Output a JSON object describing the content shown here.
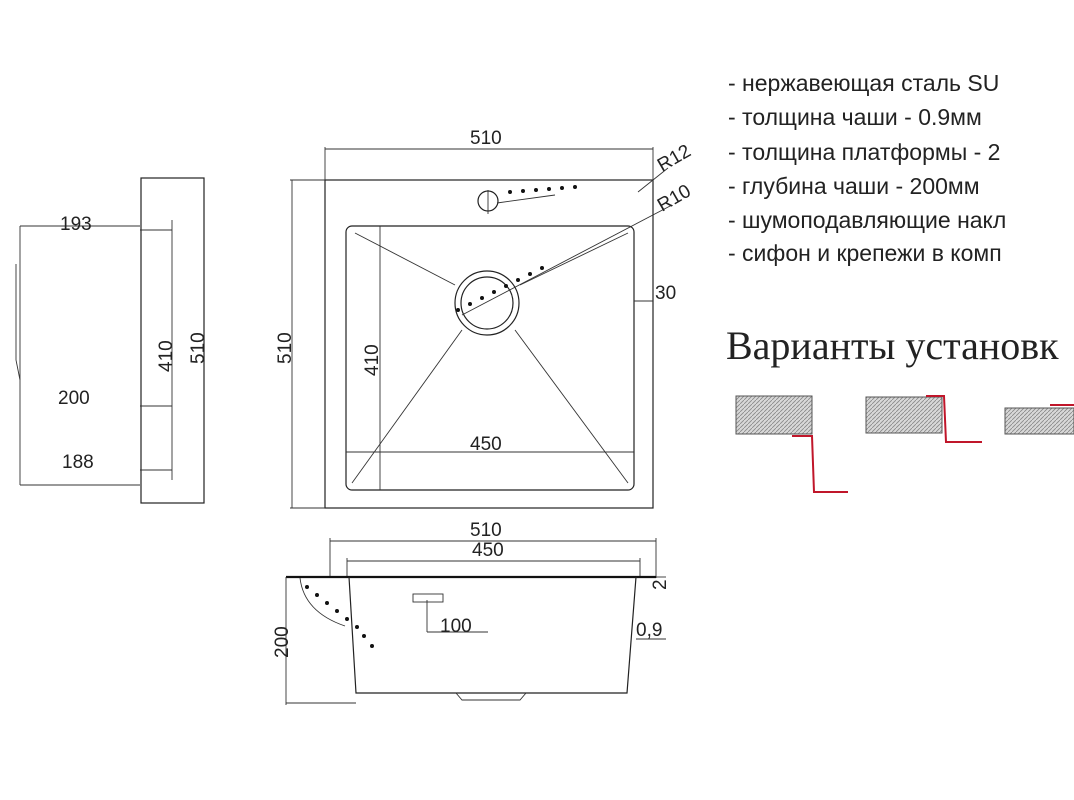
{
  "specs": [
    "- нержавеющая сталь SU",
    "- толщина чаши - 0.9мм",
    "- толщина платформы - 2",
    "- глубина чаши - 200мм",
    "- шумоподавляющие накл",
    "- сифон и крепежи в комп"
  ],
  "variants_title": "Варианты установк",
  "side_view": {
    "d193": "193",
    "d410": "410",
    "d510": "510",
    "d200": "200",
    "d188": "188"
  },
  "top_view": {
    "d510_top": "510",
    "d510_left": "510",
    "d410": "410",
    "d450": "450",
    "d30": "30",
    "r12": "R12",
    "r10": "R10"
  },
  "section_view": {
    "d510": "510",
    "d450": "450",
    "d200": "200",
    "d100": "100",
    "d2": "2",
    "d09": "0,9"
  },
  "colors": {
    "line": "#222222",
    "accent": "#c0162a",
    "hatch": "#999999"
  }
}
